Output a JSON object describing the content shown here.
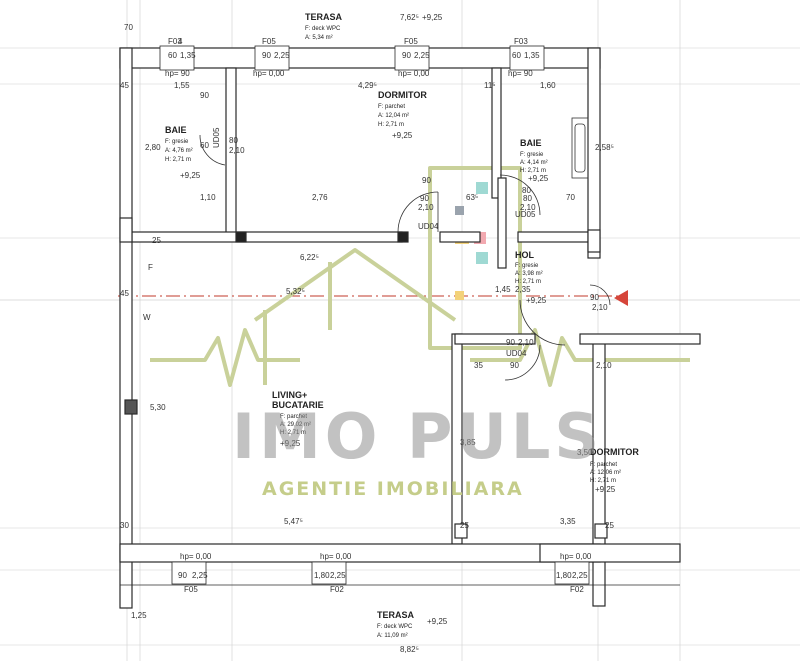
{
  "colors": {
    "wall": "#2a2a2a",
    "wall_fill": "#ffffff",
    "grid": "#b9b9b9",
    "axis_line": "#c0392b",
    "watermark_line": "#c9d19a",
    "watermark_text": "#8f8f8f",
    "watermark_sub": "#c5cd8a",
    "highlight_teal": "#9fd9d3",
    "highlight_pink": "#f2a9b0",
    "highlight_yellow": "#f3d27a"
  },
  "watermark": {
    "brand": "IMO PULS",
    "subtitle": "AGENTIE IMOBILIARA"
  },
  "rooms": {
    "terasa_top": {
      "name": "TERASA",
      "finish": "F: deck WPC",
      "area": "A: 5,34 m²",
      "dim": "7,62⁵",
      "level": "+9,25"
    },
    "dormitor_top": {
      "name": "DORMITOR",
      "finish": "F: parchet",
      "area": "A: 12,04 m²",
      "height": "H: 2,71 m",
      "level": "+9,25"
    },
    "baie_left": {
      "name": "BAIE",
      "finish": "F: gresie",
      "area": "A: 4,76 m²",
      "height": "H: 2,71 m",
      "level": "+9,25"
    },
    "baie_right": {
      "name": "BAIE",
      "finish": "F: gresie",
      "area": "A: 4,14 m²",
      "height": "H: 2,71 m",
      "level": "+9,25"
    },
    "hol": {
      "name": "HOL",
      "finish": "F: gresie",
      "area": "A: 3,98 m²",
      "height": "H: 2,71 m",
      "level": "+9,25"
    },
    "living": {
      "name_1": "LIVING+",
      "name_2": "BUCATARIE",
      "finish": "F: parchet",
      "area": "A: 29,02 m²",
      "height": "H: 2,71 m",
      "level": "+9,25"
    },
    "dormitor_right": {
      "name": "DORMITOR",
      "finish": "F: parchet",
      "area": "A: 12,06 m²",
      "height": "H: 2,71 m",
      "level": "+9,25"
    },
    "terasa_bottom": {
      "name": "TERASA",
      "finish": "F: deck WPC",
      "area": "A: 11,09 m²",
      "level": "+9,25",
      "dim": "8,82⁵"
    }
  },
  "windows": {
    "top": [
      {
        "code": "F03",
        "w": "60",
        "h": "1,35"
      },
      {
        "code": "F05",
        "w": "90",
        "h": "2,25"
      },
      {
        "code": "F05",
        "w": "90",
        "h": "2,25"
      },
      {
        "code": "F03",
        "w": "60",
        "h": "1,35"
      }
    ],
    "bottom": [
      {
        "code": "F05",
        "w": "90",
        "h": "2,25"
      },
      {
        "code": "F02",
        "w": "1,80",
        "h": "2,25"
      },
      {
        "code": "F02",
        "w": "1,80",
        "h": "2,25"
      }
    ],
    "hp_top": [
      "hp= 90",
      "hp= 0,00",
      "hp= 0,00",
      "hp= 90"
    ],
    "hp_bottom": [
      "hp= 0,00",
      "hp= 0,00",
      "hp= 0,00"
    ]
  },
  "doors": {
    "ud05_left": {
      "code": "UD05",
      "w": "80",
      "h": "2,10"
    },
    "ud04_top": {
      "code": "UD04",
      "w": "90",
      "h": "2,10"
    },
    "ud05_right": {
      "code": "UD05",
      "w": "80",
      "h": "2,10"
    },
    "entry": {
      "w": "90",
      "h": "2,10"
    },
    "ud04_bottom": {
      "code": "UD04",
      "w": "90",
      "h": "2,10"
    }
  },
  "dimensions": {
    "top_70": "70",
    "d_155": "1,55",
    "d_90a": "90",
    "d_429": "4,29⁵",
    "d_11": "11⁵",
    "d_160": "1,60",
    "d_45_left": "45",
    "d_280": "2,80",
    "d_60": "60",
    "d_110": "1,10",
    "d_276": "2,76",
    "d_90b": "90",
    "d_63": "63⁵",
    "d_80a": "80",
    "d_70": "70",
    "d_258": "2,58⁵",
    "d_25_left": "25",
    "d_622": "6,22⁵",
    "d_532": "5,32⁵",
    "d_45_mid": "45",
    "d_145": "1,45",
    "d_235": "2,35",
    "d_530": "5,30",
    "d_35": "35",
    "d_90c": "90",
    "d_210": "2,10",
    "d_385": "3,85",
    "d_350": "3,50",
    "d_25_bl": "25",
    "d_25_br": "25",
    "d_547": "5,47⁵",
    "d_335": "3,35",
    "d_30": "30",
    "d_125": "1,25",
    "d_w": "W",
    "d_f": "F",
    "d_4": "4"
  }
}
